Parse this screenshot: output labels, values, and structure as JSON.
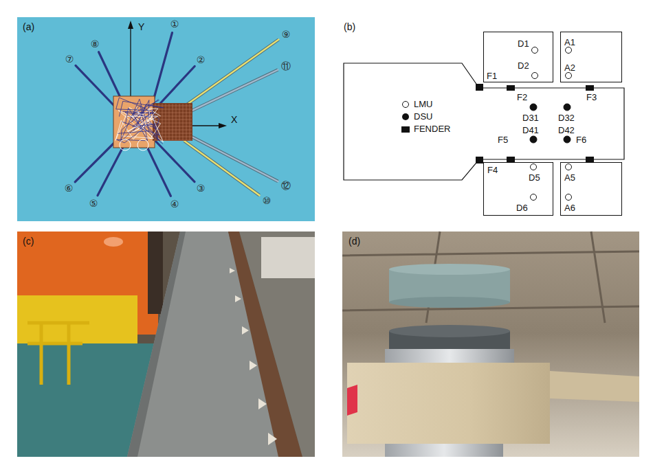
{
  "diagram": {
    "nodes": [
      {
        "text": [
          "D1",
          "D2",
          "F1"
        ]
      },
      {
        "text": [
          "A1",
          "A2"
        ]
      },
      {
        "text": [
          "F2",
          "F3",
          "D31",
          "D32",
          "D41",
          "D42",
          "F5",
          "F6"
        ]
      },
      {
        "text": [
          "F4",
          "D5",
          "D6"
        ]
      },
      {
        "text": [
          "A5",
          "A6"
        ]
      }
    ],
    "labels": [
      "(a)",
      "Y",
      "X",
      "①",
      "②",
      "③",
      "④",
      "⑤",
      "⑥",
      "⑦",
      "⑧",
      "⑨",
      "⑩",
      "⑪",
      "⑫",
      "(b)",
      "(c)",
      "(d)"
    ],
    "legend": [
      {
        "text": "LMU"
      },
      {
        "text": "DSU"
      },
      {
        "text": "FENDER"
      }
    ]
  }
}
